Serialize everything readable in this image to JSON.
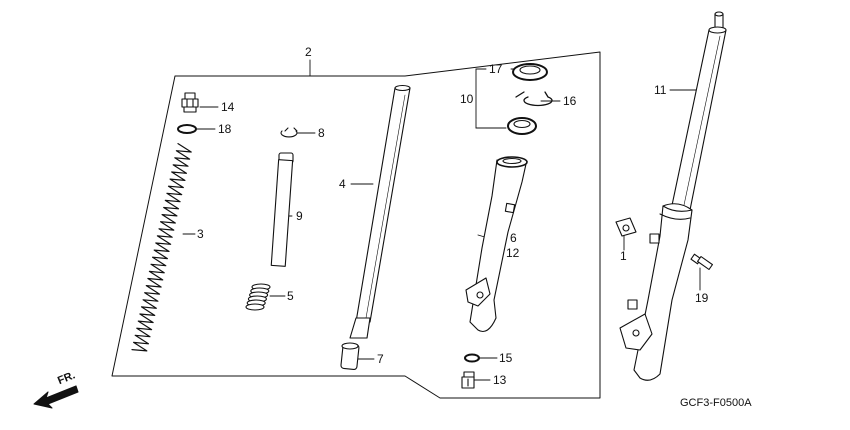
{
  "callouts": {
    "c1": "1",
    "c2": "2",
    "c3": "3",
    "c4": "4",
    "c5": "5",
    "c6": "6",
    "c7": "7",
    "c8": "8",
    "c9": "9",
    "c10": "10",
    "c11": "11",
    "c12": "12",
    "c13": "13",
    "c14": "14",
    "c15": "15",
    "c16": "16",
    "c17": "17",
    "c18": "18",
    "c19": "19"
  },
  "direction_label": "FR.",
  "diagram_code": "GCF3-F0500A",
  "colors": {
    "ink": "#111111",
    "paper": "#ffffff"
  }
}
